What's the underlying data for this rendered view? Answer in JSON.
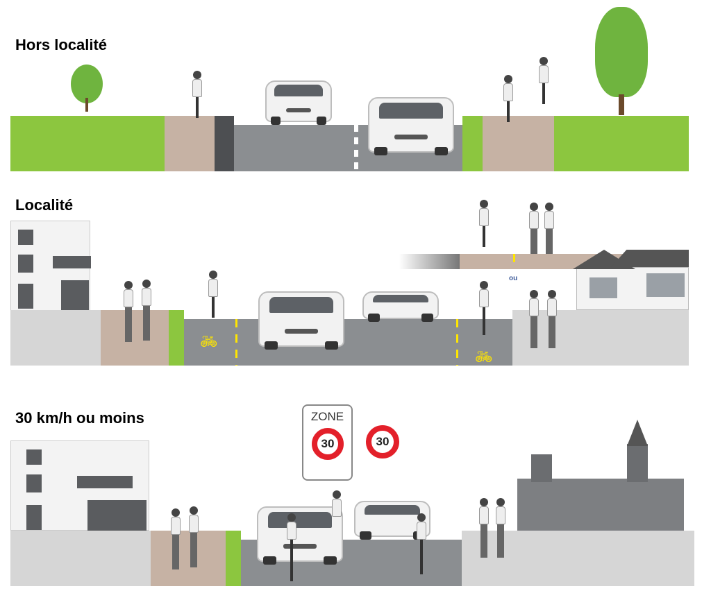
{
  "sections": [
    {
      "title": "Hors localité"
    },
    {
      "title": "Localité",
      "alt_label": "ou"
    },
    {
      "title": "30 km/h ou moins",
      "zone_sign": {
        "label": "ZONE",
        "speed": "30"
      },
      "speed_sign": {
        "speed": "30"
      }
    }
  ],
  "colors": {
    "grass": "#8cc63f",
    "bike_path": "#c6b2a4",
    "road": "#8b8e91",
    "sidewalk": "#d6d6d6",
    "lane_marking": "#ffe600",
    "sign_red": "#e3202a"
  }
}
